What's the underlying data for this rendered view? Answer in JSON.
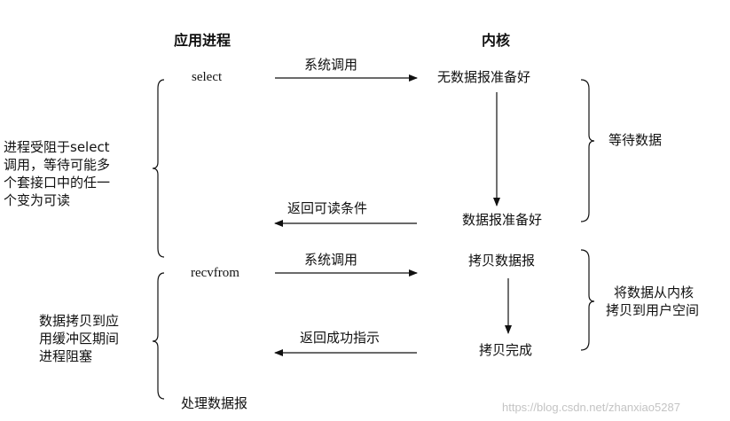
{
  "header": {
    "app_process": "应用进程",
    "kernel": "内核"
  },
  "phase1": {
    "app_call": "select",
    "syscall": "系统调用",
    "kernel_start": "无数据报准备好",
    "kernel_end": "数据报准备好",
    "return": "返回可读条件",
    "wait_label": "等待数据",
    "blocked_note": [
      "进程受阻于select",
      "调用，等待可能多",
      "个套接口中的任一",
      "个变为可读"
    ]
  },
  "phase2": {
    "app_call": "recvfrom",
    "syscall": "系统调用",
    "kernel_start": "拷贝数据报",
    "kernel_end": "拷贝完成",
    "return": "返回成功指示",
    "copy_label": [
      "将数据从内核",
      "拷贝到用户空间"
    ],
    "blocked_note": [
      "数据拷贝到应",
      "用缓冲区期间",
      "进程阻塞"
    ]
  },
  "final": "处理数据报",
  "watermark": "https://blog.csdn.net/zhanxiao5287",
  "colors": {
    "ink": "#111111",
    "watermark": "#c4c4c4"
  }
}
